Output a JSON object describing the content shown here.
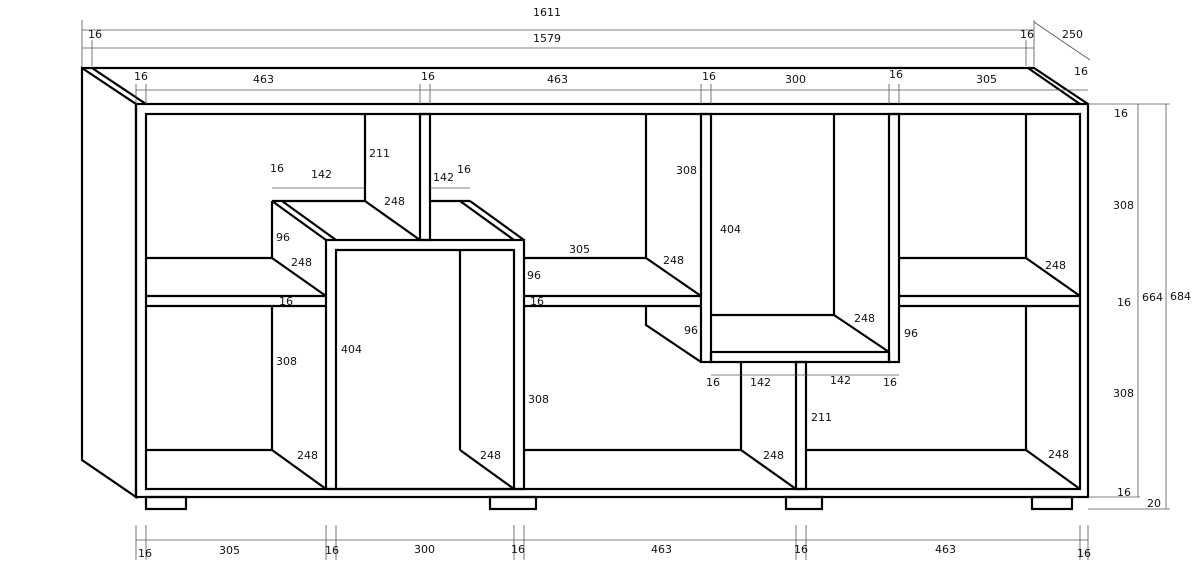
{
  "title": "Cabinet dimension drawing",
  "labels": [
    "1611",
    "16",
    "1579",
    "16",
    "250",
    "16",
    "463",
    "16",
    "463",
    "16",
    "300",
    "16",
    "305",
    "16",
    "211",
    "16",
    "142",
    "142",
    "16",
    "248",
    "308",
    "96",
    "248",
    "305",
    "248",
    "404",
    "96",
    "16",
    "16",
    "308",
    "248",
    "16",
    "16",
    "664",
    "684",
    "96",
    "248",
    "96",
    "308",
    "404",
    "308",
    "16",
    "142",
    "142",
    "16",
    "211",
    "308",
    "248",
    "248",
    "248",
    "248",
    "16",
    "20",
    "16",
    "305",
    "16",
    "300",
    "16",
    "463",
    "16",
    "463",
    "16"
  ]
}
